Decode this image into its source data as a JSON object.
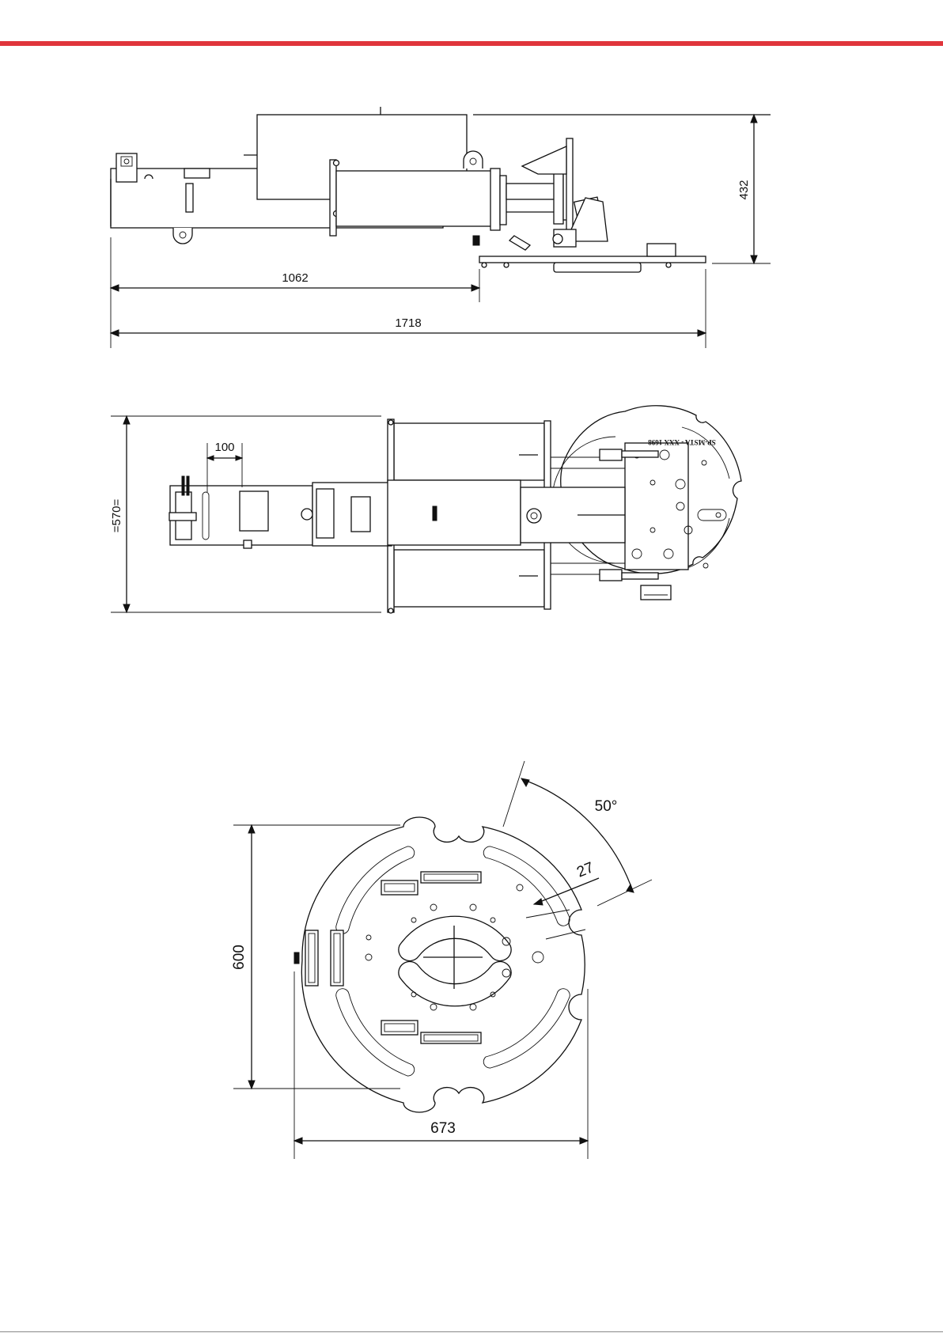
{
  "colors": {
    "accent_rule": "#e0353b",
    "ink": "#111111",
    "paper": "#ffffff"
  },
  "side_view": {
    "dims": {
      "partial_length": "1062",
      "total_length": "1718",
      "height": "432"
    }
  },
  "top_view": {
    "dims": {
      "width": "=570=",
      "offset": "100"
    },
    "stamp_text": "SP-MSTA - XXX 1698"
  },
  "plate_view": {
    "dims": {
      "height": "600",
      "width": "673",
      "slot_width": "27",
      "angle": "50°"
    }
  }
}
